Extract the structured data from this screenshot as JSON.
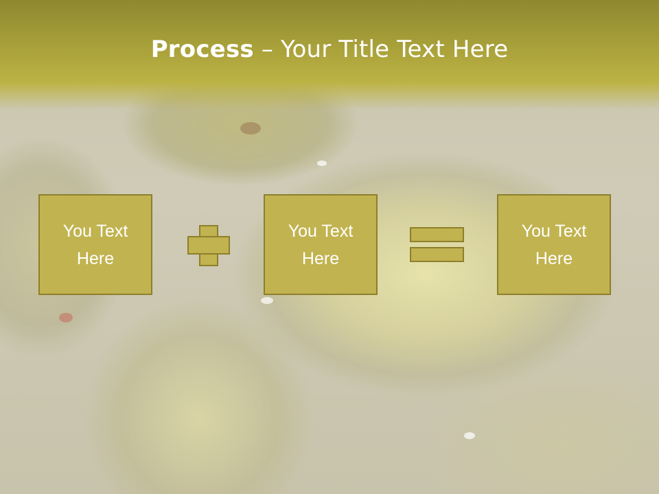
{
  "slide": {
    "title_bold": "Process",
    "title_rest": " – Your Title Text Here"
  },
  "process": {
    "boxes": [
      {
        "text": "You Text\nHere"
      },
      {
        "text": "You Text\nHere"
      },
      {
        "text": "You Text\nHere"
      }
    ],
    "operators": [
      "plus-icon",
      "equals-icon"
    ]
  },
  "colors": {
    "header": "#aaa23a",
    "box_fill": "#c1b34f",
    "box_border": "#8d7f2c",
    "text": "#ffffff"
  }
}
